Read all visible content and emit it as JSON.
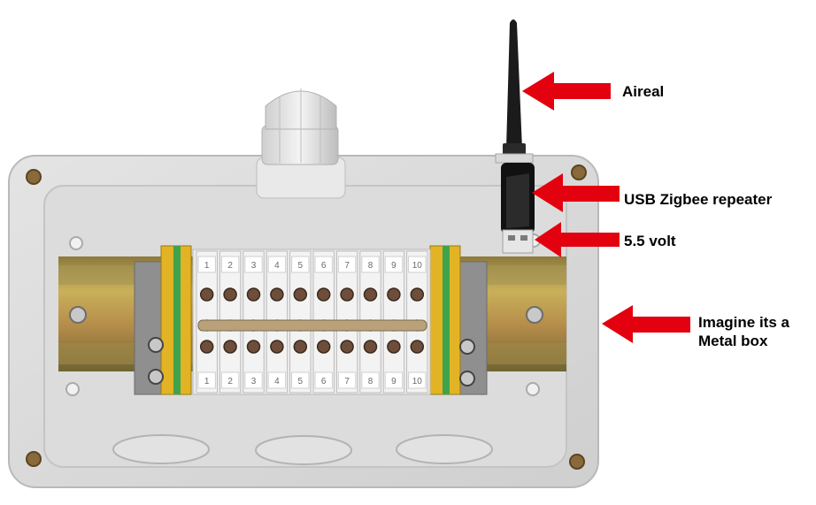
{
  "annotations": {
    "aerial": "Aireal",
    "usb_repeater": "USB Zigbee repeater",
    "voltage": "5.5 volt",
    "metal_box_line1": "Imagine its a",
    "metal_box_line2": "Metal box"
  },
  "terminal_numbers_top": [
    "1",
    "2",
    "3",
    "4",
    "5",
    "6",
    "7",
    "8",
    "9",
    "10"
  ],
  "terminal_numbers_bottom": [
    "1",
    "2",
    "3",
    "4",
    "5",
    "6",
    "7",
    "8",
    "9",
    "10"
  ],
  "colors": {
    "arrow": "#e3000f",
    "enclosure": "#d8d8d8",
    "ground_terminal": "#e3b72a",
    "antenna": "#1b1b1b"
  }
}
